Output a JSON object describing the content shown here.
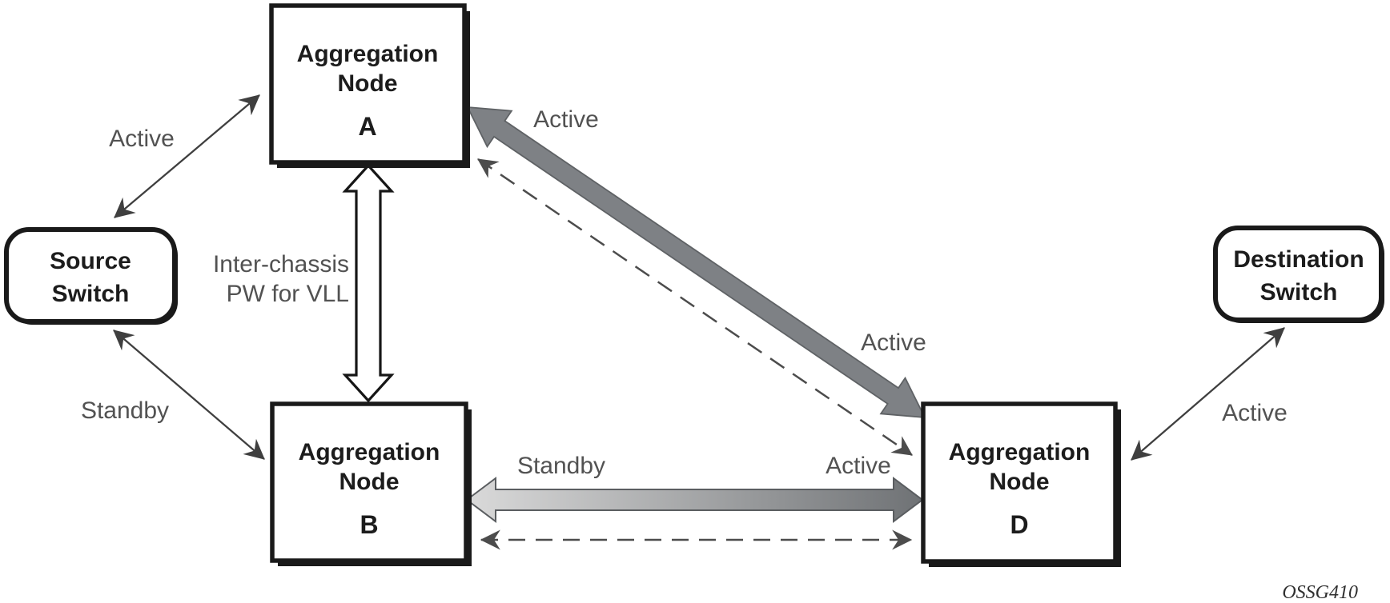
{
  "figure": {
    "watermark": "OSSG410",
    "background": "#ffffff"
  },
  "colors": {
    "box_border": "#1a1a1a",
    "node_text": "#1c1c1c",
    "edge_label_text": "#525252",
    "thin_arrow": "#3f3f3f",
    "dashed_arrow": "#4c4c4c",
    "thick_arrow_fill": "#7e8185",
    "gradient_light": "#d9d9d9",
    "gradient_dark": "#6f6f6f",
    "hollow_arrow_fill": "#ffffff"
  },
  "nodes": {
    "source_switch": {
      "line1": "Source",
      "line2": "Switch"
    },
    "destination_switch": {
      "line1": "Destination",
      "line2": "Switch"
    },
    "aggregation_a": {
      "line1": "Aggregation",
      "line2": "Node",
      "letter": "A"
    },
    "aggregation_b": {
      "line1": "Aggregation",
      "line2": "Node",
      "letter": "B"
    },
    "aggregation_d": {
      "line1": "Aggregation",
      "line2": "Node",
      "letter": "D"
    }
  },
  "edges": {
    "source_to_a": {
      "from": "source-switch",
      "to": "aggregation-node-a",
      "style": "thin-double-arrow",
      "label": "Active"
    },
    "source_to_b": {
      "from": "source-switch",
      "to": "aggregation-node-b",
      "style": "thin-double-arrow",
      "label": "Standby"
    },
    "a_to_b": {
      "from": "aggregation-node-a",
      "to": "aggregation-node-b",
      "style": "hollow-double-arrow",
      "label_line1": "Inter-chassis",
      "label_line2": "PW for VLL"
    },
    "a_to_d_pw": {
      "from": "aggregation-node-a",
      "to": "aggregation-node-d",
      "style": "thick-gray-double-arrow",
      "label_at_a": "Active",
      "label_at_d": "Active"
    },
    "a_to_d_backup": {
      "from": "aggregation-node-a",
      "to": "aggregation-node-d",
      "style": "dashed-double-arrow"
    },
    "b_to_d_pw": {
      "from": "aggregation-node-b",
      "to": "aggregation-node-d",
      "style": "thick-gradient-double-arrow",
      "label_at_b": "Standby",
      "label_at_d": "Active"
    },
    "b_to_d_backup": {
      "from": "aggregation-node-b",
      "to": "aggregation-node-d",
      "style": "dashed-double-arrow"
    },
    "d_to_destination": {
      "from": "aggregation-node-d",
      "to": "destination-switch",
      "style": "thin-double-arrow",
      "label": "Active"
    }
  }
}
